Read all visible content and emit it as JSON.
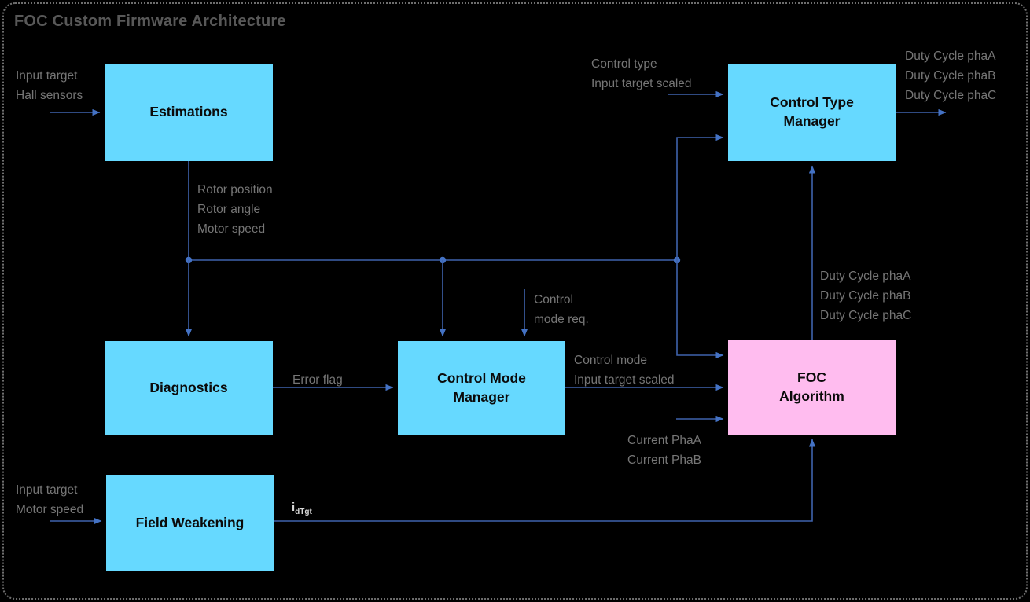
{
  "diagram": {
    "title": "FOC Custom Firmware Architecture",
    "frame_style": "dotted-rounded",
    "background_color": "#000000",
    "title_color": "#585858",
    "wire_color": "#3f63ad",
    "arrowhead_color": "#4472C4",
    "label_color": "#767676"
  },
  "colors": {
    "block_cyan": "#66D9FF",
    "block_pink": "#FFBCEF",
    "block_text": "#0b0b0b"
  },
  "blocks": [
    {
      "id": "estimations",
      "label": "Estimations",
      "fill": "cyan"
    },
    {
      "id": "control-type-manager",
      "label": "Control Type\nManager",
      "fill": "cyan"
    },
    {
      "id": "diagnostics",
      "label": "Diagnostics",
      "fill": "cyan"
    },
    {
      "id": "control-mode-manager",
      "label": "Control Mode\nManager",
      "fill": "cyan"
    },
    {
      "id": "foc-algorithm",
      "label": "FOC\nAlgorithm",
      "fill": "pink"
    },
    {
      "id": "field-weakening",
      "label": "Field Weakening",
      "fill": "cyan"
    }
  ],
  "signal_labels": {
    "estimations_in_1": "Input target",
    "estimations_in_2": "Hall sensors",
    "estimations_out_1": "Rotor position",
    "estimations_out_2": "Rotor angle",
    "estimations_out_3": "Motor speed",
    "ctm_in_1": "Control type",
    "ctm_in_2": "Input target scaled",
    "ctm_out_1": "Duty Cycle phaA",
    "ctm_out_2": "Duty Cycle phaB",
    "ctm_out_3": "Duty Cycle phaC",
    "foc_out_1": "Duty Cycle phaA",
    "foc_out_2": "Duty Cycle phaB",
    "foc_out_3": "Duty Cycle phaC",
    "diagnostics_out": "Error flag",
    "cmm_in_top": "Control",
    "cmm_in_top2": "mode req.",
    "cmm_out_1": "Control mode",
    "cmm_out_2": "Input target scaled",
    "foc_in_current_1": "Current PhaA",
    "foc_in_current_2": "Current PhaB",
    "fw_in_1": "Input target",
    "fw_in_2": "Motor speed",
    "fw_out_main": "i",
    "fw_out_sub": "dTgt"
  }
}
